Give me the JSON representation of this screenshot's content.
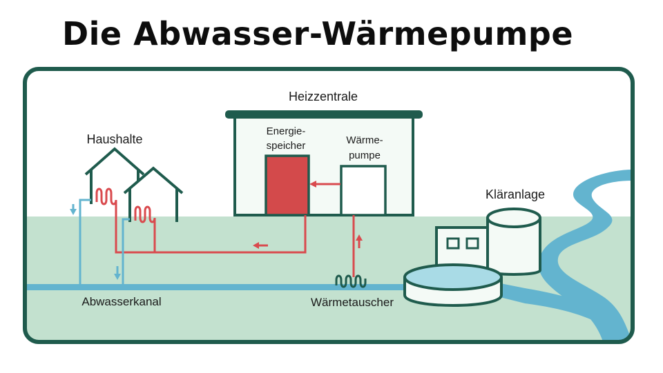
{
  "title": "Die Abwasser-Wärmepumpe",
  "labels": {
    "heizzentrale": "Heizzentrale",
    "energiespeicher_1": "Energie-",
    "energiespeicher_2": "speicher",
    "waermepumpe_1": "Wärme-",
    "waermepumpe_2": "pumpe",
    "haushalte": "Haushalte",
    "klaeranlage": "Kläranlage",
    "abwasserkanal": "Abwasserkanal",
    "waermetauscher": "Wärmetauscher"
  },
  "colors": {
    "frame": "#1f5b4d",
    "ground": "#c3e1cf",
    "water": "#63b4cf",
    "heat": "#d94a4e",
    "storage_fill": "#d34a4b",
    "building_fill": "#f4faf6",
    "basin_water": "#a9dbe6"
  }
}
